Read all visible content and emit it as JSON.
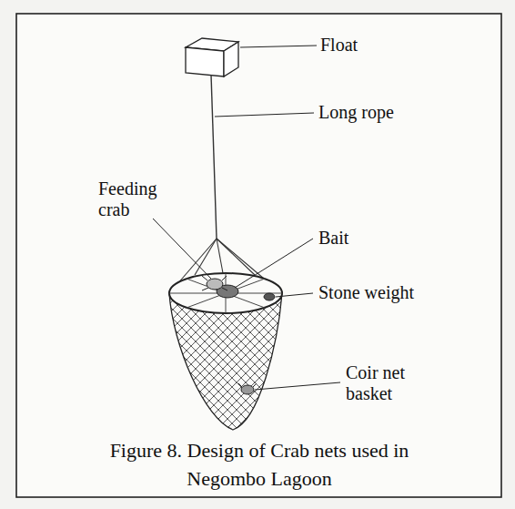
{
  "diagram": {
    "caption": "Figure 8. Design of Crab nets used in Negombo Lagoon",
    "labels": [
      "Float",
      "Long rope",
      "Feeding crab",
      "Bait",
      "Stone weight",
      "Coir net basket"
    ]
  }
}
